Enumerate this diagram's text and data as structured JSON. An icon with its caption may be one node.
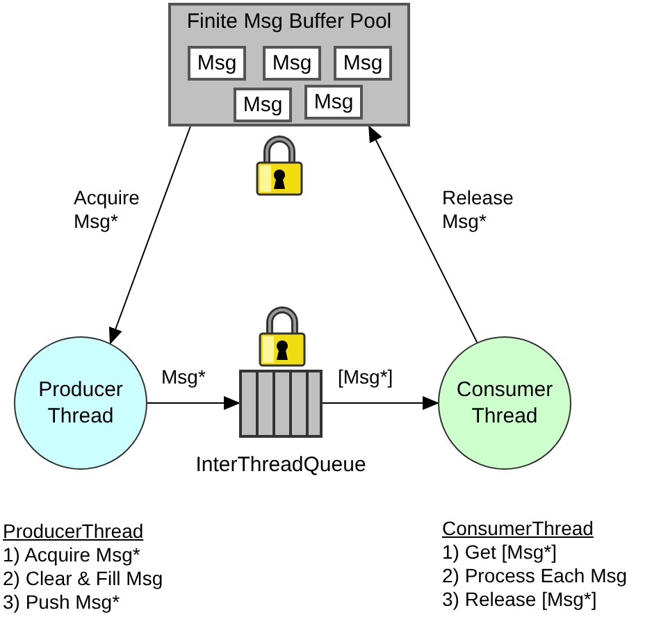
{
  "diagram": {
    "nodes": [
      {
        "text": [
          "Finite Msg Buffer Pool"
        ]
      },
      {
        "text": [
          "Msg"
        ],
        "in": 0
      },
      {
        "text": [
          "Msg"
        ],
        "in": 0
      },
      {
        "text": [
          "Msg"
        ],
        "in": 0
      },
      {
        "text": [
          "Msg"
        ],
        "in": 0
      },
      {
        "text": [
          "Msg"
        ],
        "in": 0
      },
      {
        "text": [
          "Producer Thread"
        ]
      },
      {
        "text": [],
        "shape": "box",
        "beside": [
          "InterThreadQueue"
        ]
      },
      {
        "text": [
          "Consumer Thread"
        ]
      }
    ],
    "edges": [
      {
        "from": 0,
        "to": 6,
        "arrow": "to",
        "label": "Acquire Msg*"
      },
      {
        "from": 8,
        "to": 0,
        "arrow": "to",
        "label": "Release Msg*"
      },
      {
        "from": 6,
        "to": 7,
        "arrow": "to",
        "label": "Msg*"
      },
      {
        "from": 7,
        "to": 8,
        "arrow": "to",
        "label": "[Msg*]"
      }
    ],
    "labels": [
      "ProducerThread",
      "1) Acquire Msg*",
      "2) Clear & Fill Msg",
      "3) Push Msg*",
      "ConsumerThread",
      "1) Get [Msg*]",
      "2) Process Each Msg",
      "3) Release [Msg*]"
    ]
  }
}
